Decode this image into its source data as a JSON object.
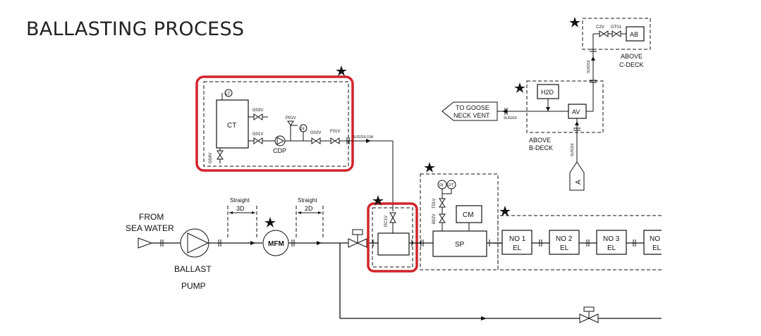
{
  "title": "BALLASTING PROCESS",
  "colors": {
    "highlight": "#d2232a",
    "line": "#111111",
    "background": "#ffffff"
  },
  "labels": {
    "from1": "FROM",
    "from2": "SEA WATER",
    "ballast": "BALLAST",
    "pump": "PUMP",
    "straight1": "Straight",
    "d3": "3D",
    "straight2": "Straight",
    "d2": "2D",
    "mfm": "MFM",
    "ct": "CT",
    "lt": "LT",
    "g03v": "G03V",
    "g01v": "G01V",
    "g04v": "G04V",
    "p01v": "P01V",
    "pi1": "PI",
    "cdp": "CDP",
    "g02v": "G02V",
    "f01v": "F01V",
    "sus1": "SUS316-15A",
    "rc1v": "RC1V",
    "sp": "SP",
    "cm": "CM",
    "pi2": "PI",
    "pt": "PT",
    "t01v": "T01V",
    "b02v": "B02V",
    "el1a": "NO 1",
    "el1b": "EL",
    "el2a": "NO 2",
    "el2b": "EL",
    "el3a": "NO 3",
    "el3b": "EL",
    "el4a": "NO",
    "el4b": "EL",
    "goose1": "TO GOOSE",
    "goose2": "NECK VENT",
    "sus2": "SUS316",
    "h2d": "H2D",
    "av": "AV",
    "above1": "ABOVE",
    "bdeck": "B-DECK",
    "sus3": "SUS316",
    "a": "A",
    "c2v": "C2V",
    "gt01": "GT01",
    "ab": "AB",
    "sus4": "SUS316",
    "above2": "ABOVE",
    "cdeck": "C-DECK"
  }
}
